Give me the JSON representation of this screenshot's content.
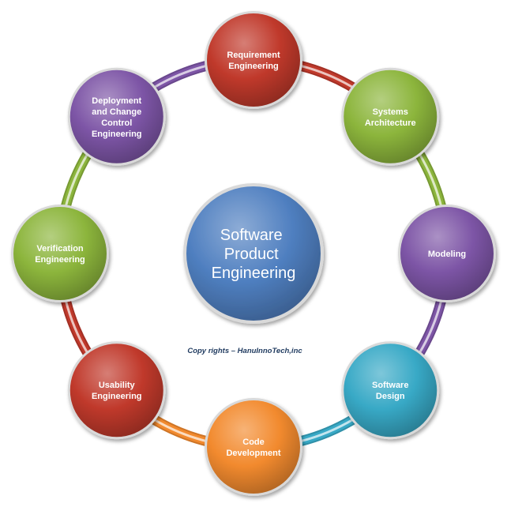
{
  "center": {
    "lines": [
      "Software",
      "Product",
      "Engineering"
    ],
    "color": "#4f7fc0"
  },
  "nodes": [
    {
      "id": "requirement-engineering",
      "lines": [
        "Requirement",
        "Engineering"
      ],
      "color": "#c0392b"
    },
    {
      "id": "systems-architecture",
      "lines": [
        "Systems",
        "Architecture"
      ],
      "color": "#8cb53c"
    },
    {
      "id": "modeling",
      "lines": [
        "Modeling"
      ],
      "color": "#7d55a6"
    },
    {
      "id": "software-design",
      "lines": [
        "Software",
        "Design"
      ],
      "color": "#38a9c6"
    },
    {
      "id": "code-development",
      "lines": [
        "Code",
        "Development"
      ],
      "color": "#f28a2e"
    },
    {
      "id": "usability-engineering",
      "lines": [
        "Usability",
        "Engineering"
      ],
      "color": "#c0392b"
    },
    {
      "id": "verification-engineering",
      "lines": [
        "Verification",
        "Engineering"
      ],
      "color": "#8cb53c"
    },
    {
      "id": "deployment-change-control-engineering",
      "lines": [
        "Deployment",
        "and Change",
        "Control",
        "Engineering"
      ],
      "color": "#7d55a6"
    }
  ],
  "ring_segment_colors": [
    "#c0392b",
    "#8cb53c",
    "#7d55a6",
    "#38a9c6",
    "#f28a2e",
    "#c0392b",
    "#8cb53c",
    "#7d55a6"
  ],
  "copyright": "Copy rights – HanuInnoTech,inc"
}
